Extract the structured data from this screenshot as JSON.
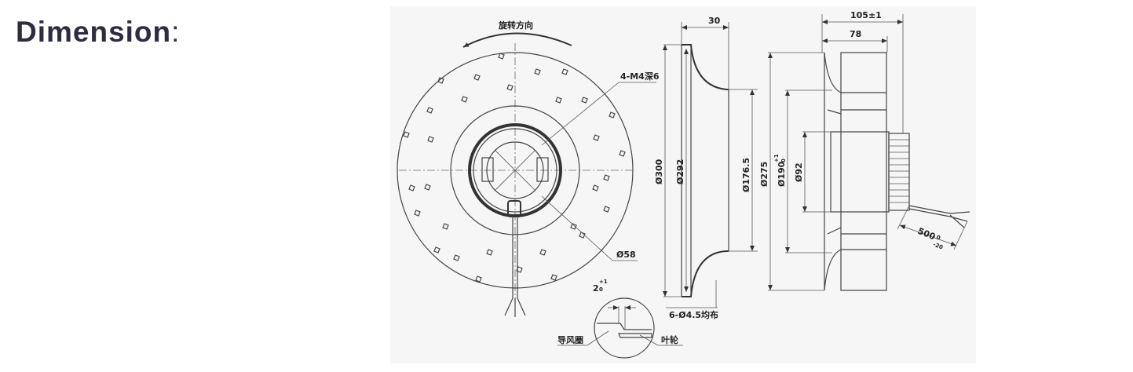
{
  "title": "Dimension",
  "title_suffix": ":",
  "labels": {
    "rotation": "旋转方向",
    "thread": "4-M4深6",
    "hub_dia": "Ø58",
    "d300": "Ø300",
    "d292": "Ø292",
    "d176": "Ø176.5",
    "d275": "Ø275",
    "d190": "Ø190",
    "d190_tol_up": "+1",
    "d190_tol_low": "0",
    "d92": "Ø92",
    "w30": "30",
    "w105": "105±1",
    "w78": "78",
    "holes": "6-Ø4.5均布",
    "gap": "2",
    "gap_tol_up": "+1",
    "gap_tol_low": "0",
    "guide_ring": "导风圈",
    "impeller": "叶轮",
    "cable_len": "500",
    "cable_tol_up": "0",
    "cable_tol_low": "-20"
  }
}
